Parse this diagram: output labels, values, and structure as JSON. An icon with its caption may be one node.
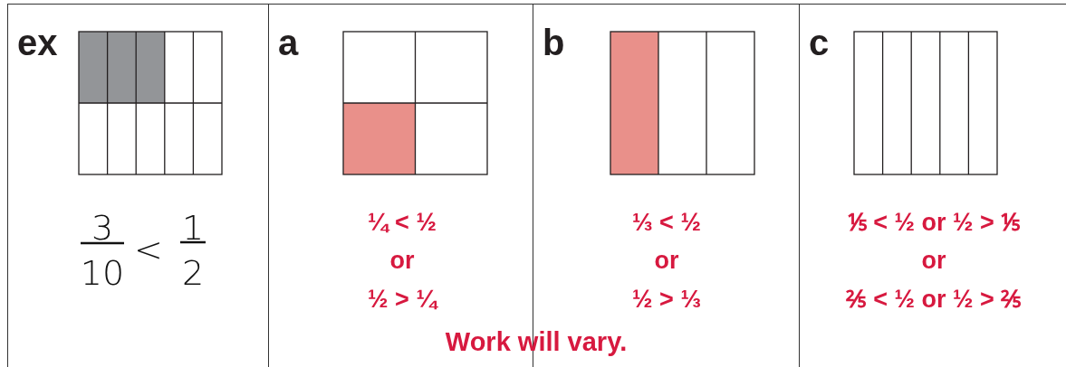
{
  "diagram": {
    "nodes": [
      {
        "text": [
          "ex",
          "3",
          "10",
          "<",
          "1",
          "2"
        ]
      },
      {
        "text": [
          "a",
          "¼ < ½",
          "or",
          "½ > ¼"
        ]
      },
      {
        "text": [
          "b",
          "⅓ < ½",
          "or",
          "½ > ⅓"
        ]
      },
      {
        "text": [
          "c",
          "⅕ < ½ or ½ > ⅕",
          "or",
          "⅖ < ½ or ½ > ⅖"
        ]
      }
    ],
    "labels": [
      "Work will vary."
    ]
  }
}
